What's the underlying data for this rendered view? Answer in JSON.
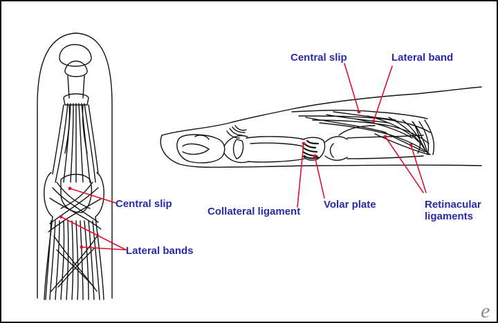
{
  "labels": {
    "central_slip_left": "Central slip",
    "lateral_bands": "Lateral bands",
    "central_slip_right": "Central slip",
    "lateral_band": "Lateral band",
    "collateral_ligament": "Collateral ligament",
    "volar_plate": "Volar plate",
    "retinacular_line1": "Retinacular",
    "retinacular_line2": "ligaments"
  },
  "watermark": "e",
  "colors": {
    "label_text": "#2a2aa8",
    "pointer_lines": "#e0102a",
    "drawing_ink": "#111111",
    "border": "#111111",
    "background": "#ffffff"
  }
}
